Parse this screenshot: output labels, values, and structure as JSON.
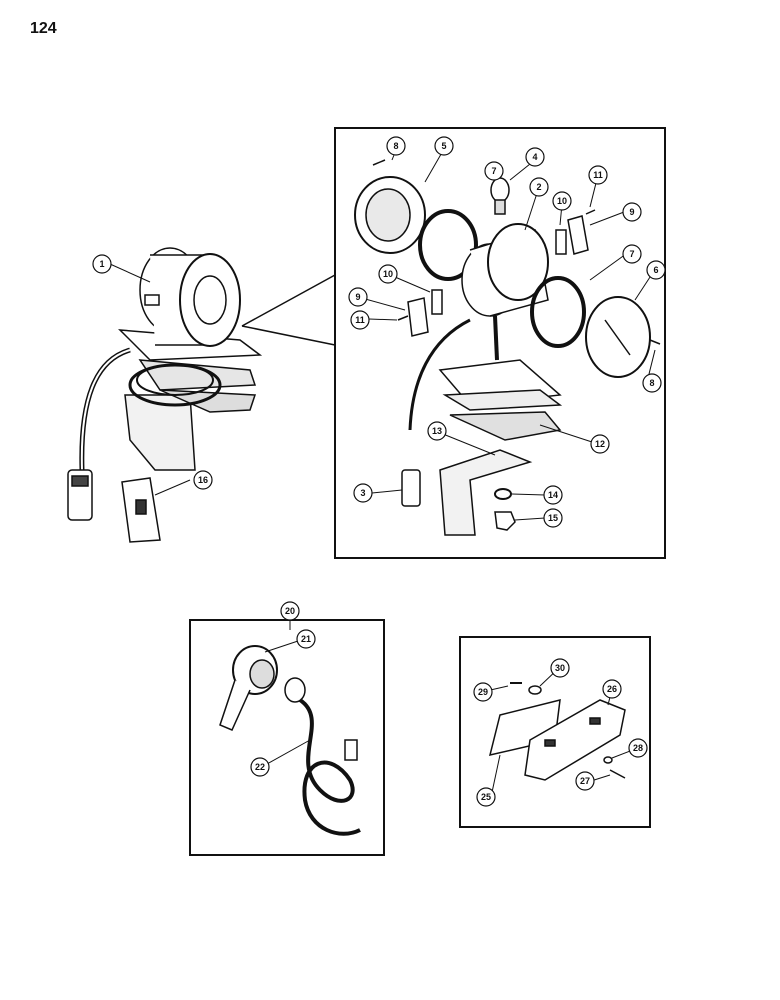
{
  "page_number": "124",
  "callouts": {
    "c1": "1",
    "c2": "2",
    "c3": "3",
    "c4": "4",
    "c5": "5",
    "c6": "6",
    "c7a": "7",
    "c7b": "7",
    "c8a": "8",
    "c8b": "8",
    "c9a": "9",
    "c9b": "9",
    "c10a": "10",
    "c10b": "10",
    "c11a": "11",
    "c11b": "11",
    "c12": "12",
    "c13": "13",
    "c14": "14",
    "c15": "15",
    "c16": "16",
    "c20": "20",
    "c21": "21",
    "c22": "22",
    "c25": "25",
    "c26": "26",
    "c27": "27",
    "c28": "28",
    "c29": "29",
    "c30": "30"
  },
  "colors": {
    "ink": "#111111",
    "paper": "#ffffff",
    "shade": "#cfcfcf"
  }
}
